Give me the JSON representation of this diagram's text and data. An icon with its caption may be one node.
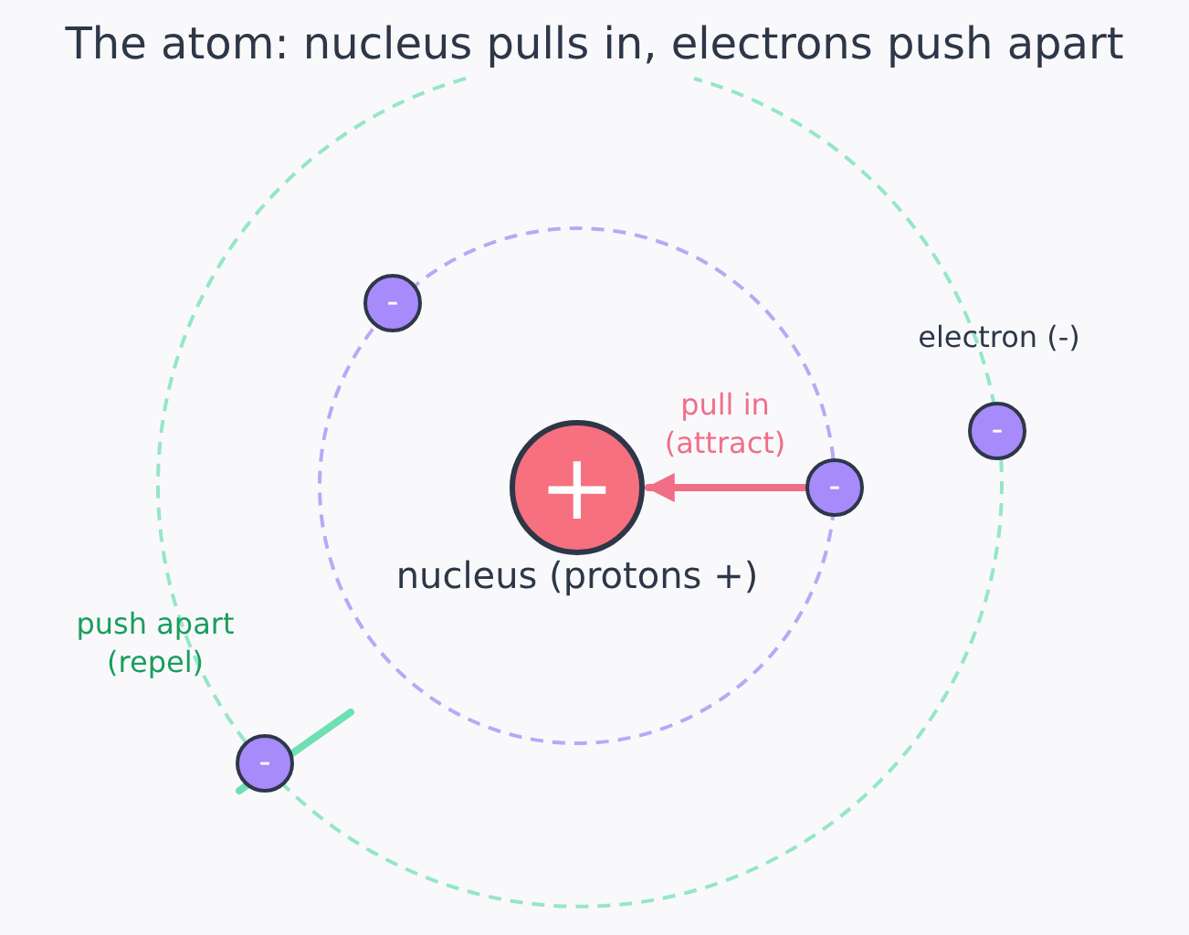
{
  "diagram": {
    "title": "The atom: nucleus pulls in, electrons push apart",
    "nodes": [
      {
        "text": [
          "-"
        ]
      },
      {
        "text": [
          "-"
        ]
      },
      {
        "text": [
          "+"
        ],
        "beside": [
          "nucleus (protons +)"
        ]
      },
      {
        "text": [
          "-"
        ]
      },
      {
        "text": [
          "-"
        ]
      }
    ],
    "edges": [
      {
        "from": 3,
        "to": 2,
        "arrow": "to",
        "label": "pull in (attract)"
      }
    ],
    "labels": [
      "electron (-)",
      "push apart (repel)"
    ]
  }
}
